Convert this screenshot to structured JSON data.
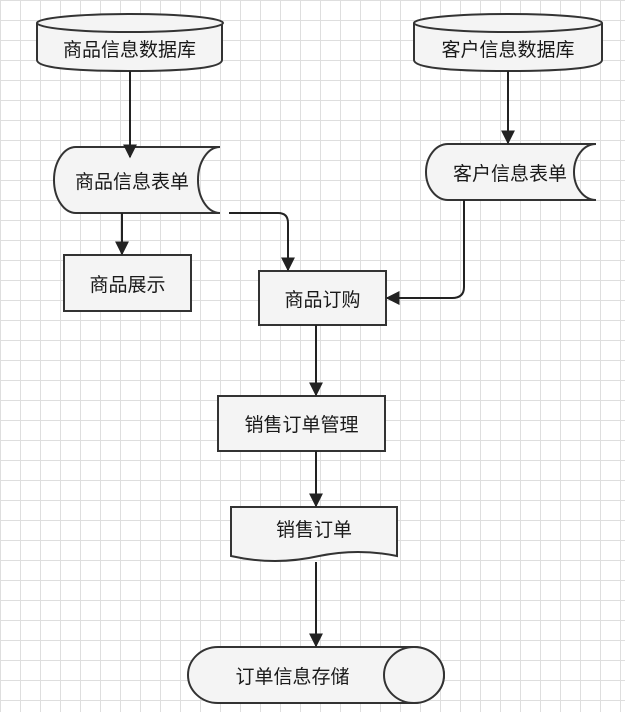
{
  "colors": {
    "stroke": "#333333",
    "fill": "#f4f4f4",
    "grid": "#dedede",
    "text": "#1a1a1a"
  },
  "nodes": {
    "product_db": "商品信息数据库",
    "customer_db": "客户信息数据库",
    "product_table": "商品信息表单",
    "customer_table": "客户信息表单",
    "product_display": "商品展示",
    "product_order": "商品订购",
    "sales_order_mgmt": "销售订单管理",
    "sales_order": "销售订单",
    "order_storage": "订单信息存储"
  }
}
